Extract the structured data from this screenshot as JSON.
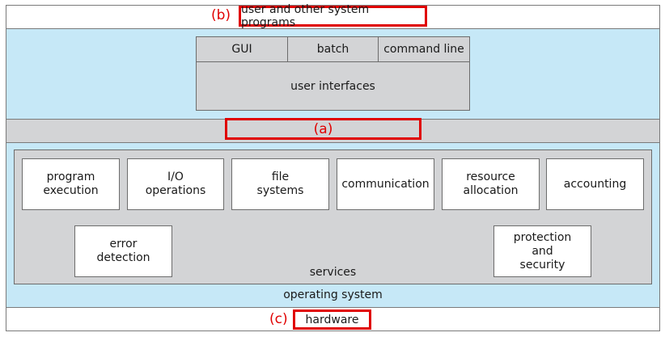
{
  "top": {
    "marker": "(b)",
    "label": "user and other system programs"
  },
  "ui": {
    "items": [
      "GUI",
      "batch",
      "command line"
    ],
    "label": "user interfaces"
  },
  "middle": {
    "marker": "(a)"
  },
  "services": {
    "row1": [
      "program\nexecution",
      "I/O\noperations",
      "file\nsystems",
      "communication",
      "resource\nallocation",
      "accounting"
    ],
    "row2_left": "error\ndetection",
    "row2_right": "protection\nand\nsecurity",
    "label": "services"
  },
  "os": {
    "label": "operating system"
  },
  "bottom": {
    "marker": "(c)",
    "label": "hardware"
  },
  "colors": {
    "band_blue": "#c6e8f7",
    "band_gray": "#d3d4d6",
    "marker_red": "#e00000"
  }
}
